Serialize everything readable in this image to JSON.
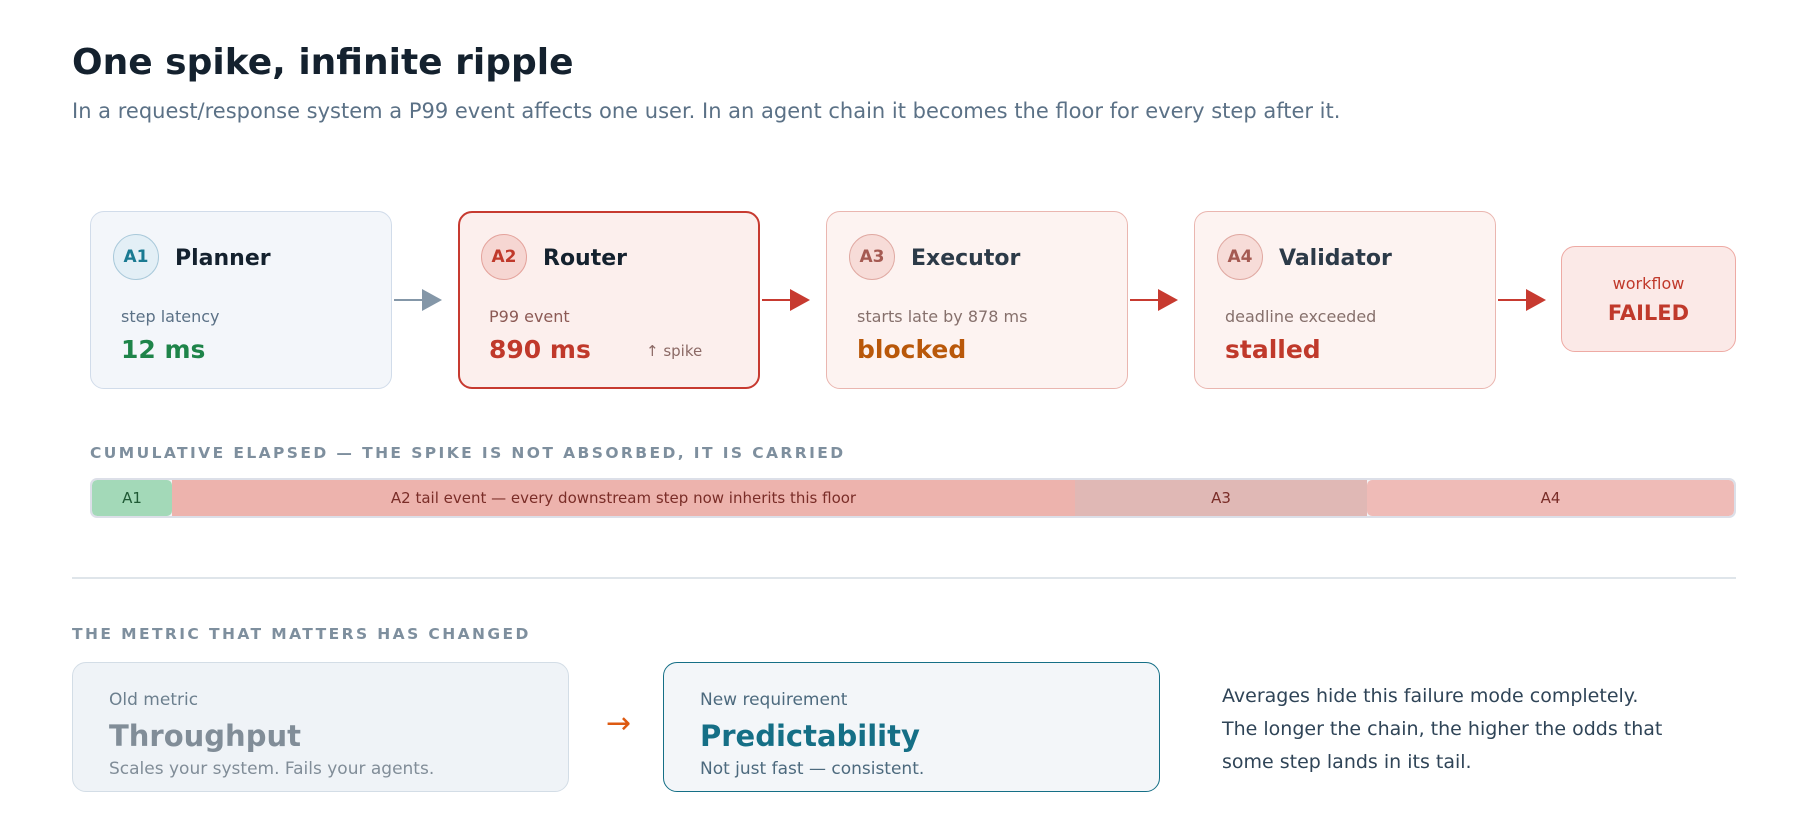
{
  "header": {
    "title": "One spike, infinite ripple",
    "subtitle": "In a request/response system a P99 event affects one user. In an agent chain it becomes the floor for every step after it."
  },
  "colors": {
    "ok_green": "#1e8449",
    "spike_red": "#c0392b",
    "blocked_orange": "#b9580a",
    "accent_teal": "#156f86",
    "muted_gray": "#7e8f9e",
    "change_orange": "#dd5a12"
  },
  "chain": {
    "agents": [
      {
        "id": "A1",
        "name": "Planner",
        "metric_label": "step latency",
        "metric_value": "12 ms",
        "state": "healthy"
      },
      {
        "id": "A2",
        "name": "Router",
        "metric_label": "P99 event",
        "metric_value": "890 ms",
        "note": "↑ spike",
        "state": "spike"
      },
      {
        "id": "A3",
        "name": "Executor",
        "metric_label": "starts late by 878 ms",
        "metric_value": "blocked",
        "state": "blocked"
      },
      {
        "id": "A4",
        "name": "Validator",
        "metric_label": "deadline exceeded",
        "metric_value": "stalled",
        "state": "stalled"
      }
    ],
    "outcome": {
      "label": "workflow",
      "status": "FAILED"
    }
  },
  "elapsed": {
    "section_label": "CUMULATIVE ELAPSED — THE SPIKE IS NOT ABSORBED, IT IS CARRIED",
    "segments": [
      {
        "label": "A1",
        "share": 0.049,
        "color": "#a3d9b8"
      },
      {
        "label": "A2 tail event — every downstream step now inherits this floor",
        "share": 0.55,
        "color": "#edb3ad"
      },
      {
        "label": "A3",
        "share": 0.178,
        "color": "#e0b8b5"
      },
      {
        "label": "A4",
        "share": 0.223,
        "color": "#efbbb7"
      }
    ]
  },
  "metrics": {
    "section_label": "THE METRIC THAT MATTERS HAS CHANGED",
    "old": {
      "label": "Old metric",
      "value": "Throughput",
      "desc": "Scales your system. Fails your agents."
    },
    "arrow": "→",
    "new": {
      "label": "New requirement",
      "value": "Predictability",
      "desc": "Not just fast — consistent."
    },
    "takeaway_lines": [
      "Averages hide this failure mode completely.",
      "The longer the chain, the higher the odds that",
      "some step lands in its tail."
    ]
  }
}
